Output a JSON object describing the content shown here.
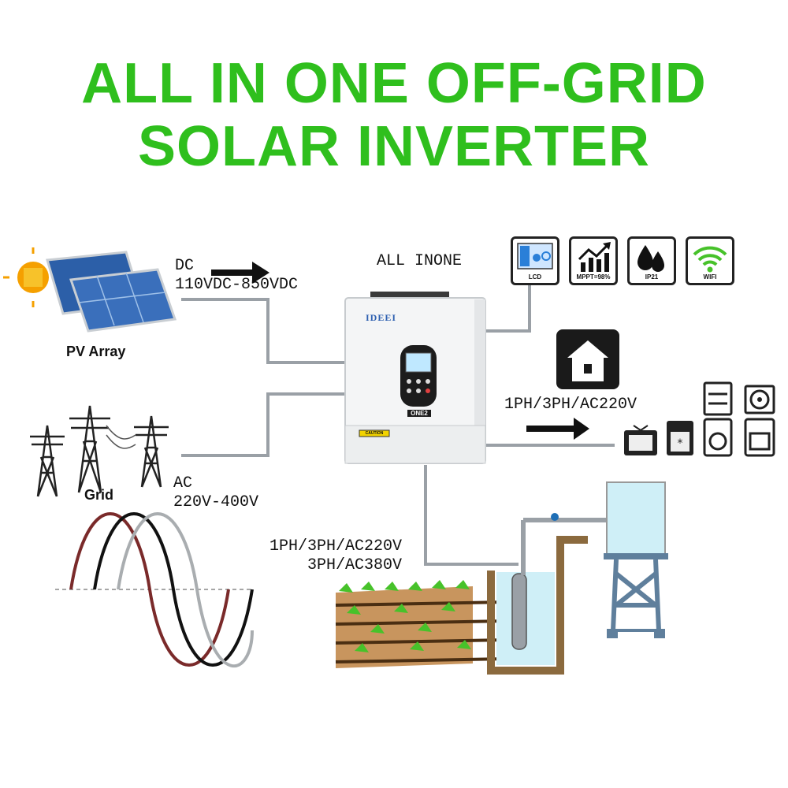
{
  "title": {
    "line1": "ALL IN ONE OFF-GRID",
    "line2": "SOLAR INVERTER"
  },
  "inverter": {
    "caption": "ALL INONE",
    "brand": "IDEEI",
    "model": "ONE2",
    "warning": "CAUTION"
  },
  "pv": {
    "label": "PV Array",
    "dc_label": "DC",
    "dc_range": "110VDC-850VDC"
  },
  "grid": {
    "label": "Grid",
    "ac_label": "AC",
    "ac_range": "220V-400V"
  },
  "load": {
    "output": "1PH/3PH/AC220V"
  },
  "pump": {
    "output_line1": "1PH/3PH/AC220V",
    "output_line2": "3PH/AC380V"
  },
  "features": [
    {
      "label": "LCD",
      "icon": "lcd-icon"
    },
    {
      "label": "MPPT=98%",
      "icon": "mppt-chart-icon"
    },
    {
      "label": "IP21",
      "icon": "water-drop-icon"
    },
    {
      "label": "WIFI",
      "icon": "wifi-icon"
    }
  ],
  "colors": {
    "title": "#2fbf1d",
    "wire": "#9aa0a6",
    "wave1": "#7a2a2a",
    "wave2": "#111111",
    "wave3": "#a9adb0",
    "water": "#cfeff7",
    "tower": "#5f7f9c",
    "plants": "#47c22a"
  }
}
